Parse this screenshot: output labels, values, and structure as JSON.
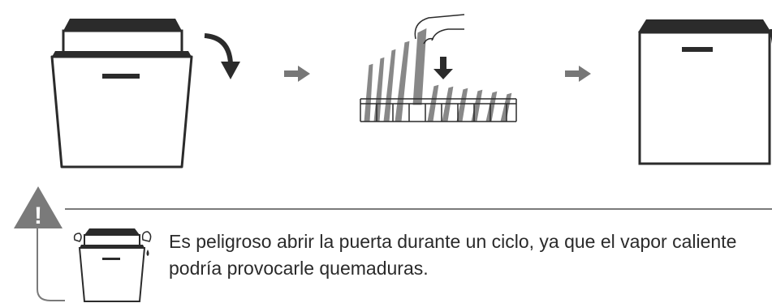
{
  "steps": [
    {
      "id": "open-door",
      "icon": "dishwasher-open-icon"
    },
    {
      "id": "load-dishes",
      "icon": "load-dishes-icon"
    },
    {
      "id": "close-door",
      "icon": "dishwasher-closed-icon"
    }
  ],
  "warning": {
    "icon": "warning-triangle-icon",
    "symbol": "!",
    "lines": [
      "Es peligroso abrir la puerta durante un ciclo, ya que el vapor caliente",
      "podría provocarle quemaduras."
    ]
  },
  "colors": {
    "dark": "#2b2b2b",
    "gray": "#7a7a7a",
    "panel_gray": "#888888"
  }
}
